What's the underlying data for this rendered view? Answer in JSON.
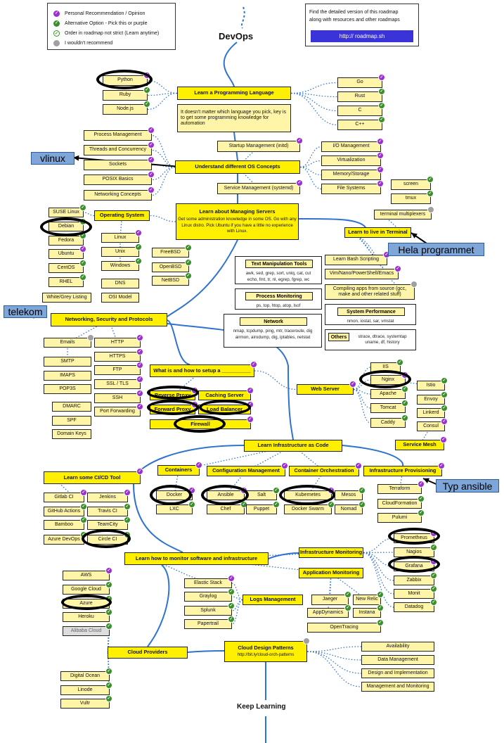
{
  "legend": [
    {
      "label": "Personal Recommendation / Opinion",
      "badge": "p"
    },
    {
      "label": "Alternative Option - Pick this or purple",
      "badge": "g"
    },
    {
      "label": "Order in roadmap not strict (Learn anytime)",
      "badge": "g"
    },
    {
      "label": "I wouldn't recommend",
      "badge": "gr"
    }
  ],
  "info": {
    "text_line1": "Find the detailed version of this roadmap",
    "text_line2": "along with resources and other roadmaps",
    "link": "http:// roadmap.sh"
  },
  "title": "DevOps",
  "footer": "Keep Learning",
  "colors": {
    "main": "#ffef00",
    "sub": "#fff5a8",
    "line_main": "#2f72cf",
    "line_sub": "#2f72cf",
    "purple": "#9b2fd4",
    "green": "#3a8f2a",
    "gray": "#a0a0a0",
    "callout": "#7ea6d8"
  },
  "nodes": [
    {
      "id": "lang",
      "label": "Learn a Programming Language",
      "style": "main",
      "badge": ""
    },
    {
      "id": "lang-note",
      "label": "It doesn't matter which language you pick, key is to get some programming knowledge for automation",
      "style": "note",
      "badge": ""
    },
    {
      "id": "python",
      "label": "Python",
      "style": "mid",
      "badge": "p"
    },
    {
      "id": "ruby",
      "label": "Ruby",
      "style": "mid",
      "badge": "g"
    },
    {
      "id": "nodejs",
      "label": "Node.js",
      "style": "mid",
      "badge": "g"
    },
    {
      "id": "go",
      "label": "Go",
      "style": "mid",
      "badge": "p"
    },
    {
      "id": "rust",
      "label": "Rust",
      "style": "mid",
      "badge": "g"
    },
    {
      "id": "c",
      "label": "C",
      "style": "mid",
      "badge": "g"
    },
    {
      "id": "cpp",
      "label": "C++",
      "style": "mid",
      "badge": "g"
    },
    {
      "id": "os",
      "label": "Understand different OS Concepts",
      "style": "main",
      "badge": ""
    },
    {
      "id": "proc-mgmt",
      "label": "Process Management",
      "style": "mid",
      "badge": "p"
    },
    {
      "id": "threads",
      "label": "Threads and Concurrency",
      "style": "mid",
      "badge": "p"
    },
    {
      "id": "sockets",
      "label": "Sockets",
      "style": "mid",
      "badge": "p"
    },
    {
      "id": "posix",
      "label": "POSIX Basics",
      "style": "mid",
      "badge": "p"
    },
    {
      "id": "net-concepts",
      "label": "Networking Concepts",
      "style": "mid",
      "badge": "p"
    },
    {
      "id": "startup",
      "label": "Startup Management (initd)",
      "style": "mid",
      "badge": "p"
    },
    {
      "id": "systemd",
      "label": "Service Management (systemd)",
      "style": "mid",
      "badge": "p"
    },
    {
      "id": "io",
      "label": "I/O Management",
      "style": "mid",
      "badge": "p"
    },
    {
      "id": "virt",
      "label": "Virtualization",
      "style": "mid",
      "badge": "p"
    },
    {
      "id": "memory",
      "label": "Memory/Storage",
      "style": "mid",
      "badge": "p"
    },
    {
      "id": "filesys",
      "label": "File Systems",
      "style": "mid",
      "badge": "p"
    },
    {
      "id": "servers",
      "label": "Learn about Managing Servers",
      "style": "main",
      "badge": ""
    },
    {
      "id": "opsys",
      "label": "Operating System",
      "style": "main",
      "badge": ""
    },
    {
      "id": "suse",
      "label": "SUSE Linux",
      "style": "mid",
      "badge": "g"
    },
    {
      "id": "debian",
      "label": "Debian",
      "style": "mid",
      "badge": "g"
    },
    {
      "id": "fedora",
      "label": "Fedora",
      "style": "mid",
      "badge": "g"
    },
    {
      "id": "ubuntu",
      "label": "Ubuntu",
      "style": "mid",
      "badge": "p"
    },
    {
      "id": "centos",
      "label": "CentOS",
      "style": "mid",
      "badge": "g"
    },
    {
      "id": "rhel",
      "label": "RHEL",
      "style": "mid",
      "badge": "g"
    },
    {
      "id": "linux",
      "label": "Linux",
      "style": "mid",
      "badge": "p"
    },
    {
      "id": "unix",
      "label": "Unix",
      "style": "mid",
      "badge": "g"
    },
    {
      "id": "windows",
      "label": "Windows",
      "style": "mid",
      "badge": "g"
    },
    {
      "id": "freebsd",
      "label": "FreeBSD",
      "style": "mid",
      "badge": "g"
    },
    {
      "id": "openbsd",
      "label": "OpenBSD",
      "style": "mid",
      "badge": "g"
    },
    {
      "id": "netbsd",
      "label": "NetBSD",
      "style": "mid",
      "badge": "g"
    },
    {
      "id": "dns",
      "label": "DNS",
      "style": "mid",
      "badge": ""
    },
    {
      "id": "osi",
      "label": "OSI Model",
      "style": "mid",
      "badge": ""
    },
    {
      "id": "whitegrey",
      "label": "White/Grey Listing",
      "style": "mid",
      "badge": ""
    },
    {
      "id": "terminal",
      "label": "Learn to live in Terminal",
      "style": "main",
      "badge": ""
    },
    {
      "id": "screen",
      "label": "screen",
      "style": "mid",
      "badge": "g"
    },
    {
      "id": "tmux",
      "label": "tmux",
      "style": "mid",
      "badge": "g"
    },
    {
      "id": "termmux",
      "label": "terminal multiplexers",
      "style": "mid",
      "badge": "gr"
    },
    {
      "id": "bash",
      "label": "Learn Bash Scripting",
      "style": "mid",
      "badge": "p"
    },
    {
      "id": "vim",
      "label": "Vim/Nano/PowerShell/Emacs",
      "style": "mid",
      "badge": "p"
    },
    {
      "id": "compiling",
      "label": "Compiling apps from source (gcc, make and other related stuff)",
      "style": "mid",
      "badge": "gr"
    },
    {
      "id": "netsec",
      "label": "Networking, Security and Protocols",
      "style": "main",
      "badge": ""
    },
    {
      "id": "emails",
      "label": "Emails",
      "style": "mid",
      "badge": "gr"
    },
    {
      "id": "smtp",
      "label": "SMTP",
      "style": "mid",
      "badge": ""
    },
    {
      "id": "imaps",
      "label": "IMAPS",
      "style": "mid",
      "badge": ""
    },
    {
      "id": "pop3s",
      "label": "POP3S",
      "style": "mid",
      "badge": ""
    },
    {
      "id": "dmarc",
      "label": "DMARC",
      "style": "mid",
      "badge": ""
    },
    {
      "id": "spf",
      "label": "SPF",
      "style": "mid",
      "badge": ""
    },
    {
      "id": "domainkeys",
      "label": "Domain Keys",
      "style": "mid",
      "badge": ""
    },
    {
      "id": "http",
      "label": "HTTP",
      "style": "mid",
      "badge": "p"
    },
    {
      "id": "https",
      "label": "HTTPS",
      "style": "mid",
      "badge": "p"
    },
    {
      "id": "ftp",
      "label": "FTP",
      "style": "mid",
      "badge": "p"
    },
    {
      "id": "ssltls",
      "label": "SSL / TLS",
      "style": "mid",
      "badge": "p"
    },
    {
      "id": "ssh",
      "label": "SSH",
      "style": "mid",
      "badge": "p"
    },
    {
      "id": "portfwd",
      "label": "Port Forwarding",
      "style": "mid",
      "badge": "p"
    },
    {
      "id": "setup",
      "label": "What is and how to setup a __________",
      "style": "main",
      "badge": "p"
    },
    {
      "id": "revproxy",
      "label": "Reverse Proxy",
      "style": "main",
      "badge": "p"
    },
    {
      "id": "caching",
      "label": "Caching Server",
      "style": "main",
      "badge": "p"
    },
    {
      "id": "fwdproxy",
      "label": "Forward Proxy",
      "style": "main",
      "badge": "p"
    },
    {
      "id": "loadbal",
      "label": "Load Balancer",
      "style": "main",
      "badge": "p"
    },
    {
      "id": "firewall",
      "label": "Firewall",
      "style": "main",
      "badge": "p"
    },
    {
      "id": "webserver",
      "label": "Web Server",
      "style": "main",
      "badge": "p"
    },
    {
      "id": "iis",
      "label": "IIS",
      "style": "mid",
      "badge": "g"
    },
    {
      "id": "nginx",
      "label": "Nginx",
      "style": "mid",
      "badge": "p"
    },
    {
      "id": "apache",
      "label": "Apache",
      "style": "mid",
      "badge": "g"
    },
    {
      "id": "tomcat",
      "label": "Tomcat",
      "style": "mid",
      "badge": "g"
    },
    {
      "id": "caddy",
      "label": "Caddy",
      "style": "mid",
      "badge": "g"
    },
    {
      "id": "istio",
      "label": "Istio",
      "style": "mid",
      "badge": "g"
    },
    {
      "id": "envoy",
      "label": "Envoy",
      "style": "mid",
      "badge": "g"
    },
    {
      "id": "linkerd",
      "label": "Linkerd",
      "style": "mid",
      "badge": "g"
    },
    {
      "id": "consul",
      "label": "Consul",
      "style": "mid",
      "badge": "p"
    },
    {
      "id": "svcmesh",
      "label": "Service Mesh",
      "style": "main",
      "badge": "p"
    },
    {
      "id": "iac",
      "label": "Learn Infrastructure as Code",
      "style": "main",
      "badge": ""
    },
    {
      "id": "containers",
      "label": "Containers",
      "style": "main",
      "badge": "p"
    },
    {
      "id": "cfgmgmt",
      "label": "Configuration Management",
      "style": "main",
      "badge": "p"
    },
    {
      "id": "orch",
      "label": "Container Orchestration",
      "style": "main",
      "badge": "p"
    },
    {
      "id": "provisioning",
      "label": "Infrastructure Provisioning",
      "style": "main",
      "badge": "p"
    },
    {
      "id": "docker",
      "label": "Docker",
      "style": "mid",
      "badge": "p"
    },
    {
      "id": "lxc",
      "label": "LXC",
      "style": "mid",
      "badge": "g"
    },
    {
      "id": "ansible",
      "label": "Ansible",
      "style": "mid",
      "badge": "p"
    },
    {
      "id": "chef",
      "label": "Chef",
      "style": "mid",
      "badge": "g"
    },
    {
      "id": "salt",
      "label": "Salt",
      "style": "mid",
      "badge": "g"
    },
    {
      "id": "puppet",
      "label": "Puppet",
      "style": "mid",
      "badge": "g"
    },
    {
      "id": "kubernetes",
      "label": "Kubernetes",
      "style": "mid",
      "badge": "p"
    },
    {
      "id": "dockerswarm",
      "label": "Docker Swarm",
      "style": "mid",
      "badge": "g"
    },
    {
      "id": "mesos",
      "label": "Mesos",
      "style": "mid",
      "badge": "g"
    },
    {
      "id": "nomad",
      "label": "Nomad",
      "style": "mid",
      "badge": "g"
    },
    {
      "id": "terraform",
      "label": "Terraform",
      "style": "mid",
      "badge": "p"
    },
    {
      "id": "cloudformation",
      "label": "CloudFormation",
      "style": "mid",
      "badge": "g"
    },
    {
      "id": "pulumi",
      "label": "Pulumi",
      "style": "mid",
      "badge": "g"
    },
    {
      "id": "cicd",
      "label": "Learn some CI/CD Tool",
      "style": "main",
      "badge": "p"
    },
    {
      "id": "gitlab",
      "label": "Gitlab CI",
      "style": "mid",
      "badge": "p"
    },
    {
      "id": "jenkins",
      "label": "Jenkins",
      "style": "mid",
      "badge": "p"
    },
    {
      "id": "ghactions",
      "label": "GitHub Actions",
      "style": "mid",
      "badge": "g"
    },
    {
      "id": "travis",
      "label": "Travis CI",
      "style": "mid",
      "badge": "g"
    },
    {
      "id": "bamboo",
      "label": "Bamboo",
      "style": "mid",
      "badge": "g"
    },
    {
      "id": "teamcity",
      "label": "TeamCity",
      "style": "mid",
      "badge": "g"
    },
    {
      "id": "azuredevops",
      "label": "Azure DevOps",
      "style": "mid",
      "badge": "g"
    },
    {
      "id": "circleci",
      "label": "Circle CI",
      "style": "mid",
      "badge": "g"
    },
    {
      "id": "monitor",
      "label": "Learn how to monitor software and infrastructure",
      "style": "main",
      "badge": ""
    },
    {
      "id": "inframon",
      "label": "Infrastructure Monitoring",
      "style": "main",
      "badge": ""
    },
    {
      "id": "appmon",
      "label": "Application Monitoring",
      "style": "main",
      "badge": ""
    },
    {
      "id": "prometheus",
      "label": "Prometheus",
      "style": "mid",
      "badge": "p"
    },
    {
      "id": "nagios",
      "label": "Nagios",
      "style": "mid",
      "badge": "g"
    },
    {
      "id": "grafana",
      "label": "Grafana",
      "style": "mid",
      "badge": "p"
    },
    {
      "id": "zabbix",
      "label": "Zabbix",
      "style": "mid",
      "badge": "g"
    },
    {
      "id": "monit",
      "label": "Monit",
      "style": "mid",
      "badge": "g"
    },
    {
      "id": "datadog",
      "label": "Datadog",
      "style": "mid",
      "badge": "g"
    },
    {
      "id": "jaeger",
      "label": "Jaeger",
      "style": "mid",
      "badge": "g"
    },
    {
      "id": "newrelic",
      "label": "New Relic",
      "style": "mid",
      "badge": "g"
    },
    {
      "id": "appdynamics",
      "label": "AppDynamics",
      "style": "mid",
      "badge": "g"
    },
    {
      "id": "instana",
      "label": "Instana",
      "style": "mid",
      "badge": "g"
    },
    {
      "id": "opentracing",
      "label": "OpenTracing",
      "style": "mid",
      "badge": "g"
    },
    {
      "id": "logs",
      "label": "Logs Management",
      "style": "main",
      "badge": ""
    },
    {
      "id": "elastic",
      "label": "Elastic Stack",
      "style": "mid",
      "badge": "p"
    },
    {
      "id": "graylog",
      "label": "Graylog",
      "style": "mid",
      "badge": "g"
    },
    {
      "id": "splunk",
      "label": "Splunk",
      "style": "mid",
      "badge": "g"
    },
    {
      "id": "papertrail",
      "label": "Papertrail",
      "style": "mid",
      "badge": "g"
    },
    {
      "id": "cloudprov",
      "label": "Cloud Providers",
      "style": "main",
      "badge": ""
    },
    {
      "id": "aws",
      "label": "AWS",
      "style": "mid",
      "badge": "p"
    },
    {
      "id": "gcloud",
      "label": "Google Cloud",
      "style": "mid",
      "badge": "g"
    },
    {
      "id": "azure",
      "label": "Azure",
      "style": "mid",
      "badge": "g"
    },
    {
      "id": "heroku",
      "label": "Heroku",
      "style": "mid",
      "badge": "g"
    },
    {
      "id": "alibaba",
      "label": "Alibaba Cloud",
      "style": "gray",
      "badge": "g"
    },
    {
      "id": "digitalocean",
      "label": "Digital Ocean",
      "style": "mid",
      "badge": "g"
    },
    {
      "id": "linode",
      "label": "Linode",
      "style": "mid",
      "badge": "g"
    },
    {
      "id": "vultr",
      "label": "Vultr",
      "style": "mid",
      "badge": "g"
    },
    {
      "id": "cdp",
      "label": "Cloud Design Patterns",
      "style": "main",
      "badge": "gr"
    },
    {
      "id": "availability",
      "label": "Availability",
      "style": "mid",
      "badge": ""
    },
    {
      "id": "datamgmt",
      "label": "Data Management",
      "style": "mid",
      "badge": ""
    },
    {
      "id": "designimpl",
      "label": "Design and Implementation",
      "style": "mid",
      "badge": ""
    },
    {
      "id": "mgmtmon",
      "label": "Management and Monitoring",
      "style": "mid",
      "badge": ""
    }
  ],
  "servers_desc": "Get some administration knowledge in some OS. Go with any Linux distro. Pick Ubuntu if you have a little no experience with Linux.",
  "cdp_url": "http://bit.ly/cloud-orch-patterns",
  "panels": [
    {
      "id": "textmanip",
      "head": "Text Manipulation Tools",
      "lines": [
        "awk, sed, grep, sort, uniq, cat, cut",
        "echo, fmt, tr, nl, egrep, fgrep, wc"
      ]
    },
    {
      "id": "procmon",
      "head": "Process Monitoring",
      "lines": [
        "ps, top, htop, atop, lsof"
      ]
    },
    {
      "id": "network",
      "head": "Network",
      "lines": [
        "nmap, tcpdump, ping, mtr, traceroute, dig",
        "airmon, airodump, dig, iptables, netstat"
      ]
    },
    {
      "id": "sysperf",
      "head": "System Performance",
      "lines": [
        "nmon, iostat, sar, vmstat"
      ]
    },
    {
      "id": "others",
      "head": "Others",
      "lines": [
        "strace, dtrace, systemtap",
        "uname, df, history"
      ]
    }
  ],
  "callouts": [
    {
      "id": "vlinux",
      "label": "vlinux"
    },
    {
      "id": "hela",
      "label": "Hela programmet"
    },
    {
      "id": "telekom",
      "label": "telekom"
    },
    {
      "id": "typansible",
      "label": "Typ ansible"
    }
  ]
}
